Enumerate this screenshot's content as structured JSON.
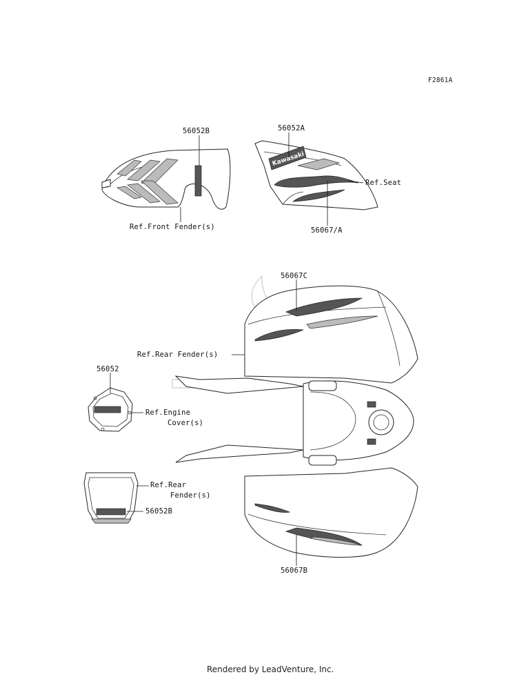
{
  "diagram_code": "F2861A",
  "footer": "Rendered by LeadVenture, Inc.",
  "labels": {
    "p56052B_top": "56052B",
    "ref_front_fender": "Ref.Front Fender(s)",
    "p56052A": "56052A",
    "ref_seat": "Ref.Seat",
    "p56067A": "56067/A",
    "p56067C": "56067C",
    "ref_rear_fender_1": "Ref.Rear Fender(s)",
    "p56052": "56052",
    "ref_engine_cover_1": "Ref.Engine",
    "ref_engine_cover_2": "Cover(s)",
    "ref_rear_fender_2a": "Ref.Rear",
    "ref_rear_fender_2b": "Fender(s)",
    "p56052B_bottom": "56052B",
    "p56067B": "56067B"
  },
  "decal_text": {
    "kawasaki": "Kawasaki"
  }
}
